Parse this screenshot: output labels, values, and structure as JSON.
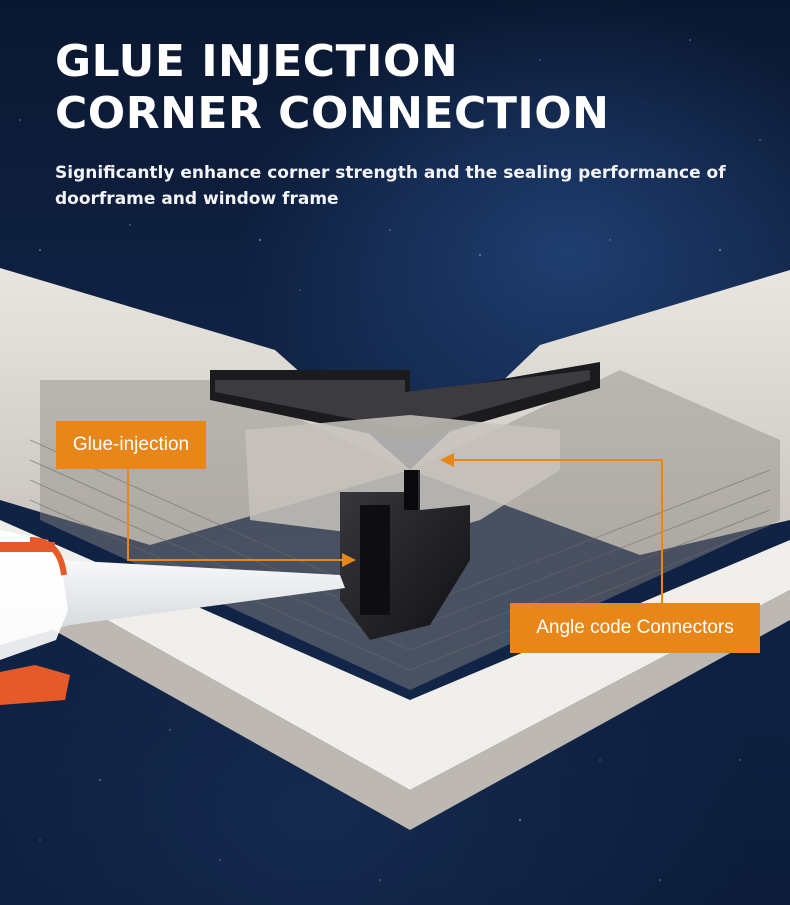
{
  "heading": {
    "line1": "GLUE INJECTION",
    "line2": "CORNER CONNECTION"
  },
  "subtitle": "Significantly enhance corner strength and the sealing performance of doorframe and window frame",
  "callouts": {
    "glue_injection": "Glue-injection",
    "angle_connectors": "Angle code Connectors"
  },
  "colors": {
    "background": "#0b1a33",
    "callout": "#e8861a",
    "text": "#ffffff"
  }
}
